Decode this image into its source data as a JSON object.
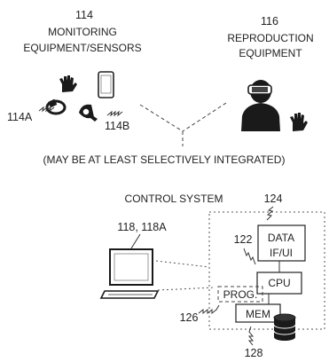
{
  "monitoring": {
    "ref": "114",
    "title_line1": "MONITORING",
    "title_line2": "EQUIPMENT/SENSORS",
    "ref_a": "114A",
    "ref_b": "114B"
  },
  "reproduction": {
    "ref": "116",
    "title_line1": "REPRODUCTION",
    "title_line2": "EQUIPMENT"
  },
  "integration_note": "(MAY BE AT LEAST SELECTIVELY INTEGRATED)",
  "control": {
    "title": "CONTROL SYSTEM",
    "computer_ref": "118, 118A",
    "data_ref": "124",
    "data_line1": "DATA",
    "data_line2": "IF/UI",
    "cpu_ref": "122",
    "cpu_label": "CPU",
    "prog_label": "PROG.",
    "prog_ref": "126",
    "mem_label": "MEM",
    "mem_ref": "128"
  },
  "icons": [
    "bracelet-icon",
    "glove-icon",
    "phone-icon",
    "camera-sensor-icon",
    "vr-headset-person-icon",
    "computer-icon",
    "database-icon"
  ]
}
